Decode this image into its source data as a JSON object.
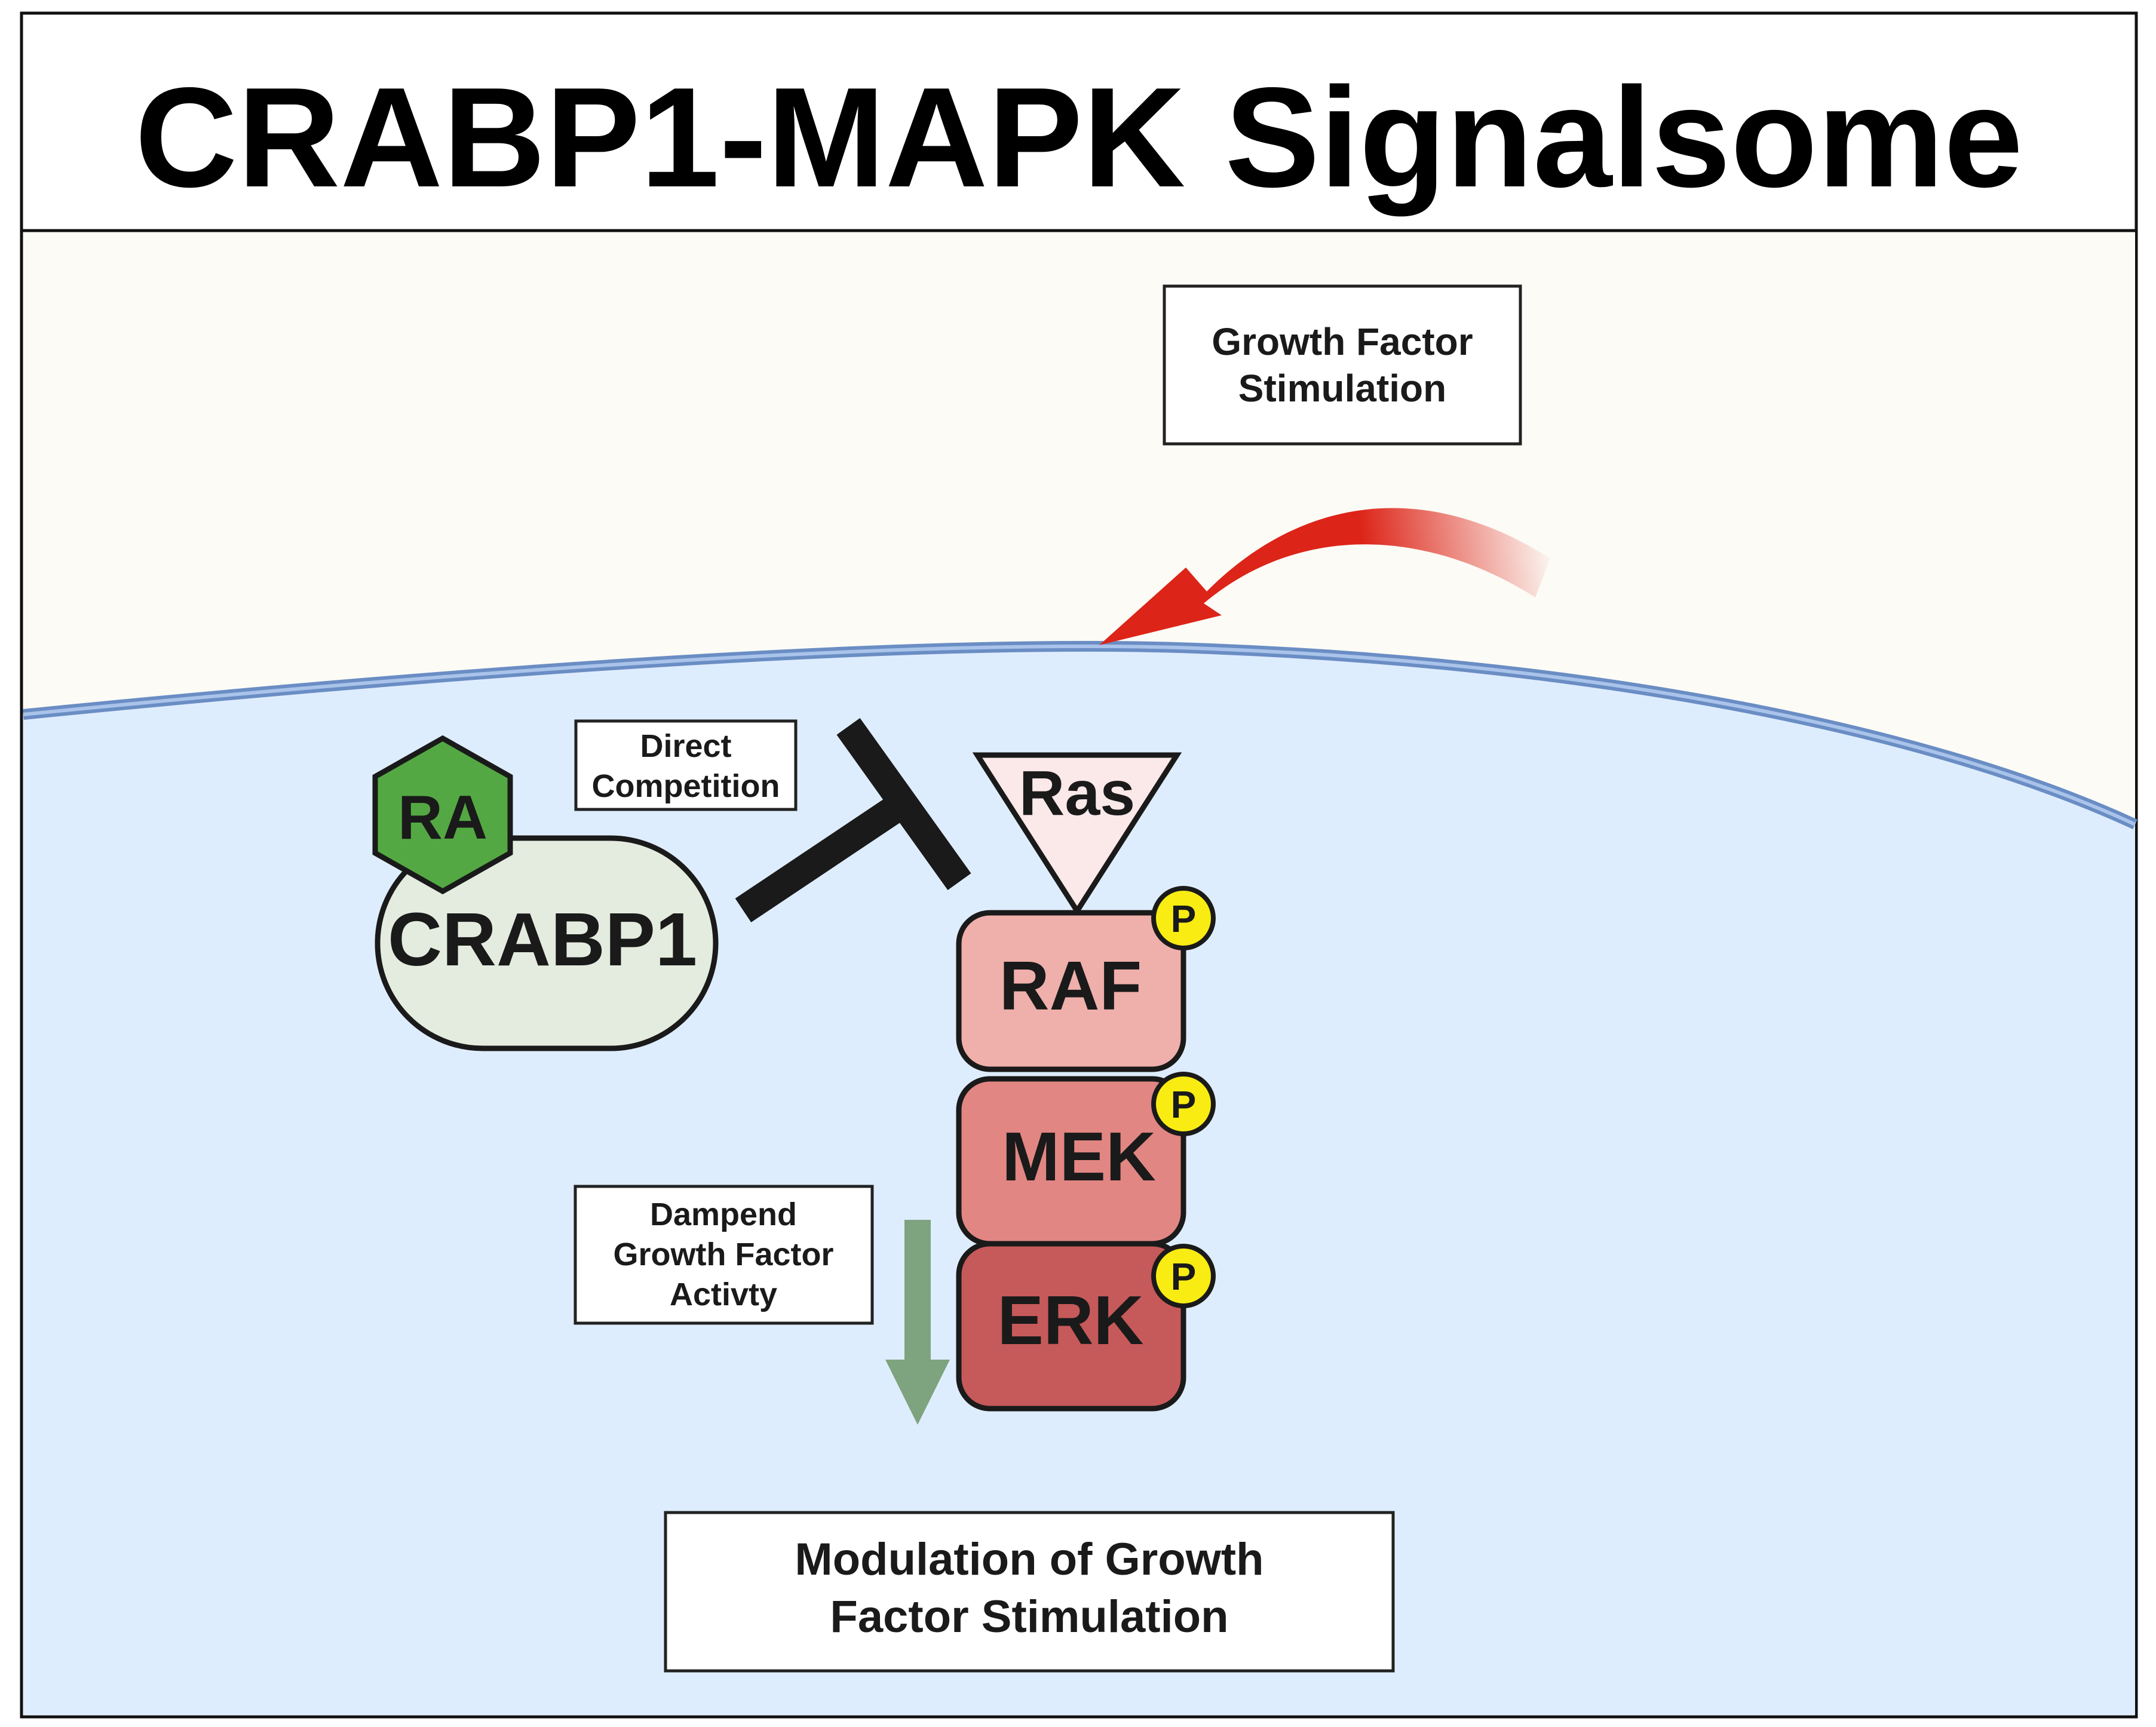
{
  "title": "CRABP1-MAPK Signalsome",
  "boxes": {
    "growth_factor": [
      "Growth Factor",
      "Stimulation"
    ],
    "direct_competition": [
      "Direct",
      "Competition"
    ],
    "dampend": [
      "Dampend",
      "Growth Factor",
      "Activty"
    ],
    "modulation": [
      "Modulation of Growth",
      "Factor Stimulation"
    ]
  },
  "molecules": {
    "ra": "RA",
    "crabp1": "CRABP1",
    "ras": "Ras",
    "raf": "RAF",
    "mek": "MEK",
    "erk": "ERK",
    "phospho": "P"
  },
  "colors": {
    "extracellular": "#fcfbf6",
    "cytoplasm": "#deedfd",
    "membrane": "#7f9fd0",
    "red_arrow": "#dd2418",
    "green_arrow": "#7ea37f",
    "ra_hexagon": "#54a843",
    "crabp1_fill": "#e4ecdf",
    "ras_fill": "#fbe8e8",
    "raf_fill": "#efafab",
    "mek_fill": "#e28683",
    "erk_fill": "#c6595a",
    "phospho_fill": "#f8ec13"
  }
}
